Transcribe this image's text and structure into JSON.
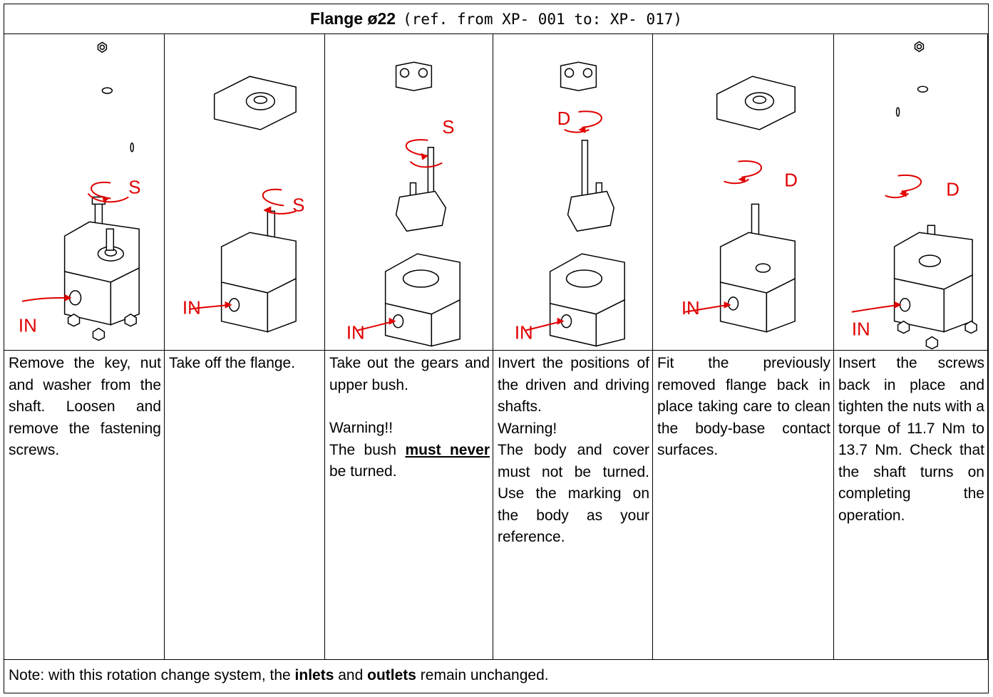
{
  "title": {
    "main": "Flange ø22",
    "sub": "(ref. from XP- 001 to:  XP- 017)"
  },
  "steps": [
    {
      "label_in": "IN",
      "label_rot": "S",
      "text": [
        "Remove the key, nut and washer from the shaft. Loosen and remove the fastening screws."
      ]
    },
    {
      "label_in": "IN",
      "label_rot": "S",
      "text": [
        "Take off the flange."
      ]
    },
    {
      "label_in": "IN",
      "label_rot": "S",
      "text_a": "Take out the gears and upper bush.",
      "text_b": "Warning!!",
      "text_c1": "The bush ",
      "text_c_bold": "must never",
      "text_c2": " be turned."
    },
    {
      "label_in": "IN",
      "label_rot": "D",
      "text_a": "Invert the positions of the driven and driving shafts.",
      "text_b": "Warning!",
      "text_c": "The body and cover must not be turned. Use the marking on the body as your reference."
    },
    {
      "label_in": "IN",
      "label_rot": "D",
      "text": [
        "Fit the previously removed flange back in place taking care to clean the body-base contact surfaces."
      ]
    },
    {
      "label_in": "IN",
      "label_rot": "D",
      "text": [
        "Insert the screws back in place and tighten the nuts with a torque of 11.7 Nm to 13.7 Nm. Check that the shaft turns on completing the operation."
      ]
    }
  ],
  "note": {
    "prefix": "Note: with this rotation change system, the ",
    "inlets": "inlets",
    "mid": " and ",
    "outlets": "outlets",
    "suffix": " remain unchanged."
  },
  "colors": {
    "arrow": "#e00000",
    "line": "#000000"
  }
}
